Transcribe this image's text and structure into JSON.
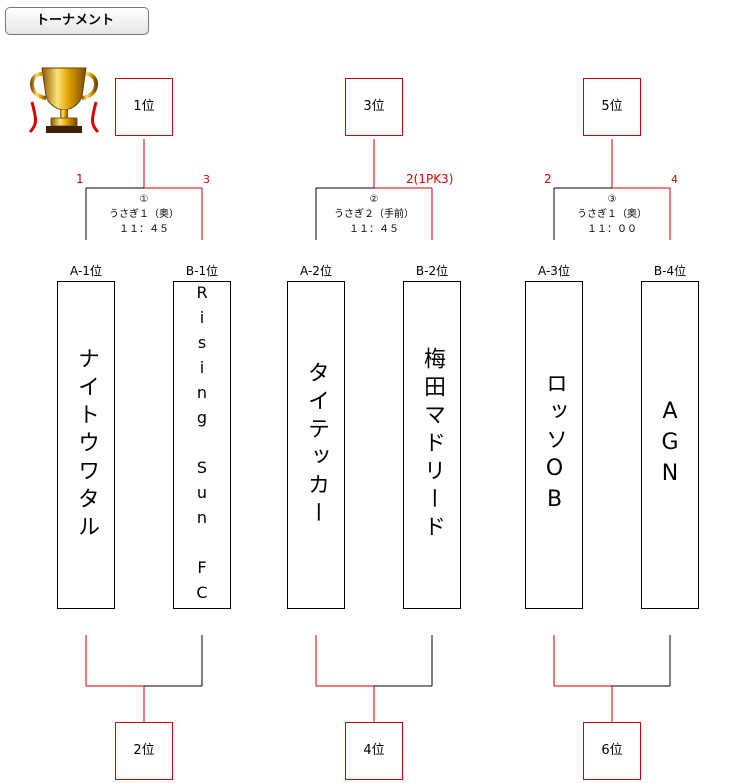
{
  "header": {
    "title": "トーナメント"
  },
  "matches": [
    {
      "no": "①",
      "venue": "うさぎ１（奥）",
      "time": "１１：４５",
      "score_left": "1",
      "score_right": "3",
      "winner_rank": "1位",
      "loser_rank": "2位",
      "left_seed": "A-1位",
      "left_team": "ナイトウワタル",
      "right_seed": "B-1位",
      "right_team": "Rising Sun FC"
    },
    {
      "no": "②",
      "venue": "うさぎ２（手前）",
      "time": "１１：４５",
      "score_left": "",
      "score_right": "2(1PK3)",
      "winner_rank": "3位",
      "loser_rank": "4位",
      "left_seed": "A-2位",
      "left_team": "タイテッカー",
      "right_seed": "B-2位",
      "right_team": "梅田マドリード"
    },
    {
      "no": "③",
      "venue": "うさぎ１（奥）",
      "time": "１１：００",
      "score_left": "2",
      "score_right": "4",
      "winner_rank": "5位",
      "loser_rank": "6位",
      "left_seed": "A-3位",
      "left_team": "ロッソOB",
      "right_seed": "B-4位",
      "right_team": "AGN"
    }
  ],
  "colors": {
    "win_line": "#cc0000",
    "normal_line": "#000000",
    "score_text": "#dd0000"
  },
  "icons": {
    "trophy": "trophy-icon"
  }
}
